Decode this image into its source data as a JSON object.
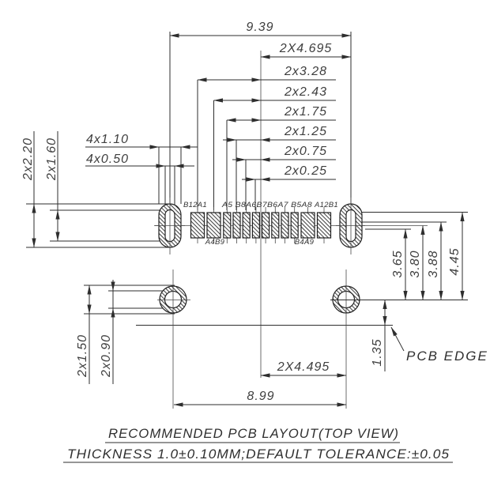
{
  "drawing": {
    "dims": {
      "total_width": "9.39",
      "half_width": "2X4.695",
      "pad_b12a1_offset": "2x3.28",
      "pad_a4b9_offset": "2x2.43",
      "pin_offset_175": "2x1.75",
      "pin_offset_125": "2x1.25",
      "pin_offset_075": "2x0.75",
      "pin_offset_025": "2x0.25",
      "oval_pad_width": "4x1.10",
      "oval_slot_width": "4x0.50",
      "oval_pad_height": "2x2.20",
      "oval_slot_height": "2x1.60",
      "row_to_hole_a": "3.65",
      "row_to_hole_b": "3.80",
      "row_to_hole_c": "3.88",
      "row_to_hole_d": "4.45",
      "hole_pad_dia": "2x1.50",
      "hole_dia": "2x0.90",
      "hole_half_span": "2X4.495",
      "hole_span": "8.99",
      "edge_offset": "1.35"
    },
    "pad_labels": {
      "left": "B12A1",
      "middle": "A5 B8A6B7B6A7 B5A8",
      "right": "A12B1",
      "bottom_left": "A4B9",
      "bottom_right": "B4A9"
    },
    "annotations": {
      "pcb_edge": "PCB EDGE"
    },
    "notes": {
      "title": "RECOMMENDED PCB LAYOUT(TOP VIEW)",
      "tolerance": "THICKNESS 1.0±0.10MM;DEFAULT TOLERANCE:±0.05"
    },
    "colors": {
      "line": "#2e2e2e",
      "text": "#3f3f3f",
      "background": "#ffffff"
    }
  }
}
